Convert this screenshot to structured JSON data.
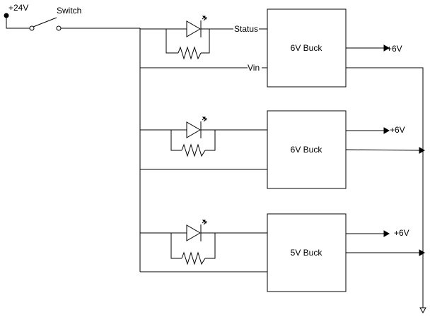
{
  "supply": {
    "label": "+24V"
  },
  "switch": {
    "label": "Switch"
  },
  "pins": {
    "status": "Status",
    "vin": "Vin"
  },
  "modules": [
    {
      "name": "6V Buck",
      "output": "+6V"
    },
    {
      "name": "6V Buck",
      "output": "+6V"
    },
    {
      "name": "5V Buck",
      "output": "+6V"
    }
  ],
  "icons": {
    "led": "led-icon",
    "resistor": "resistor-icon",
    "switch": "switch-icon",
    "ground": "ground-arrow-icon"
  },
  "colors": {
    "line": "#000000",
    "background": "#ffffff"
  }
}
